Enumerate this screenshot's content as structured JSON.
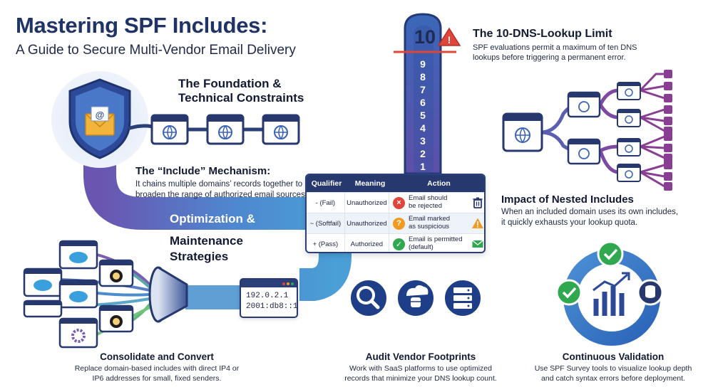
{
  "header": {
    "title": "Mastering SPF Includes:",
    "subtitle": "A Guide to Secure Multi-Vendor Email Delivery"
  },
  "foundation": {
    "heading_line1": "The Foundation &",
    "heading_line2": "Technical Constraints",
    "include_title": "The “Include” Mechanism:",
    "include_line1": "It chains multiple domains’ records together to",
    "include_line2": "broaden the range of authorized email sources."
  },
  "lookup": {
    "badge": "10",
    "title": "The 10-DNS-Lookup Limit",
    "desc_line1": "SPF evaluations permit a maximum of ten DNS",
    "desc_line2": "lookups before triggering a permanent error.",
    "ticks": [
      "9",
      "8",
      "7",
      "6",
      "5",
      "4",
      "3",
      "2",
      "1"
    ]
  },
  "nested": {
    "title": "Impact of Nested Includes",
    "desc_line1": "When an included domain uses its own includes,",
    "desc_line2": "it quickly exhausts your lookup quota."
  },
  "optimization": {
    "band_label": "Optimization &",
    "line2": "Maintenance",
    "line3": "Strategies"
  },
  "table": {
    "headers": [
      "Qualifier",
      "Meaning",
      "Action"
    ],
    "rows": [
      {
        "qualifier": "- (Fail)",
        "meaning": "Unauthorized",
        "action_line1": "Email should",
        "action_line2": "be rejected",
        "badge": "×",
        "badge_color": "#e0453a",
        "icon": "trash-icon"
      },
      {
        "qualifier": "~ (Softfail)",
        "meaning": "Unauthorized",
        "action_line1": "Email marked",
        "action_line2": "as suspicious",
        "badge": "?",
        "badge_color": "#f29a1f",
        "icon": "warning-icon"
      },
      {
        "qualifier": "+ (Pass)",
        "meaning": "Authorized",
        "action_line1": "Email is permitted",
        "action_line2": "(default)",
        "badge": "✓",
        "badge_color": "#2fa84f",
        "icon": "envelope-icon"
      }
    ]
  },
  "ip_card": {
    "line1": "192.0.2.1",
    "line2": "2001:db8::1"
  },
  "consolidate": {
    "title": "Consolidate and Convert",
    "desc_line1": "Replace domain-based includes with direct IP4 or",
    "desc_line2": "IP6 addresses for small, fixed senders."
  },
  "audit": {
    "title": "Audit Vendor Footprints",
    "desc_line1": "Work with SaaS platforms to use optimized",
    "desc_line2": "records that minimize your DNS lookup count."
  },
  "validation": {
    "title": "Continuous Validation",
    "desc_line1": "Use SPF Survey tools to visualize lookup depth",
    "desc_line2": "and catch syntax errors before deployment."
  },
  "colors": {
    "navy": "#26386e",
    "band_blue": "#4c86cf",
    "band_purple": "#5e56a8",
    "band_green": "#7ed47a",
    "nested_purple": "#8a3e93",
    "thermo_red": "#e0453a"
  }
}
